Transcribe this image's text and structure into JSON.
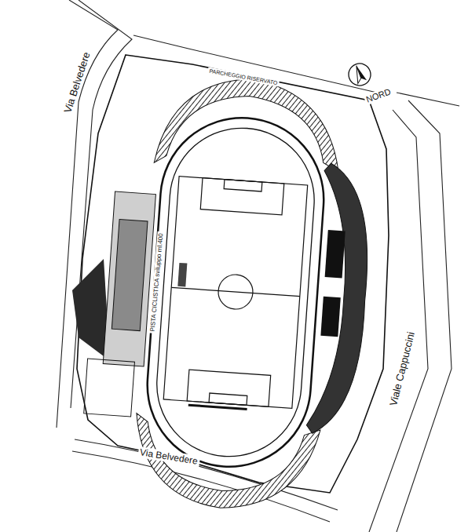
{
  "diagram": {
    "labels": [
      "NORD",
      "Via Belvedere",
      "Viale Cappuccini",
      "Via Belvedere",
      "PISTA CICLISTICA sviluppo ml.400",
      "PARCHEGGIO RISERVATO"
    ]
  }
}
